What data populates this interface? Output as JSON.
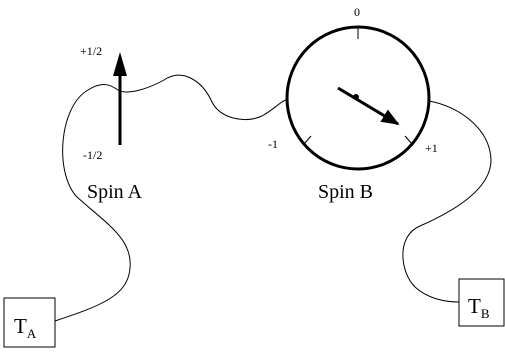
{
  "spin_a": {
    "label": "Spin A",
    "top_value": "+1/2",
    "bottom_value": "-1/2"
  },
  "spin_b": {
    "label": "Spin B",
    "dial_top": "0",
    "dial_left": "-1",
    "dial_right": "+1"
  },
  "reservoir_a": {
    "symbol": "T",
    "subscript": "A"
  },
  "reservoir_b": {
    "symbol": "T",
    "subscript": "B"
  }
}
